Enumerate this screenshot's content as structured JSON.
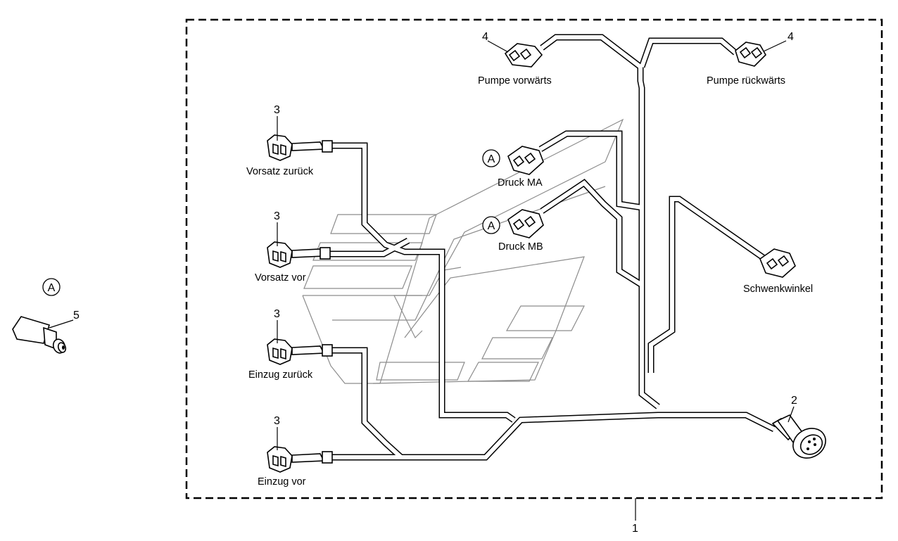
{
  "diagram": {
    "assembly_callout": "1",
    "circle_marker": "A",
    "labels": {
      "pumpe_vorwaerts": "Pumpe vorwärts",
      "pumpe_rueckwaerts": "Pumpe rückwärts",
      "vorsatz_zurueck": "Vorsatz zurück",
      "vorsatz_vor": "Vorsatz vor",
      "einzug_zurueck": "Einzug zurück",
      "einzug_vor": "Einzug vor",
      "druck_ma": "Druck MA",
      "druck_mb": "Druck MB",
      "schwenkwinkel": "Schwenkwinkel"
    },
    "callouts": {
      "pump_fwd": "4",
      "pump_rev": "4",
      "vorsatz_zurueck": "3",
      "vorsatz_vor": "3",
      "einzug_zurueck": "3",
      "einzug_vor": "3",
      "main_connector": "2",
      "pressure_sensor": "5"
    },
    "markers": {
      "druck_ma": "A",
      "druck_mb": "A",
      "sensor": "A"
    }
  }
}
